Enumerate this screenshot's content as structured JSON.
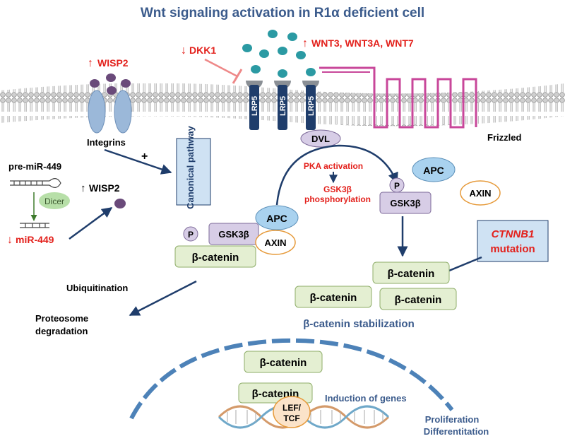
{
  "title": "Wnt signaling activation in R1α deficient cell",
  "colors": {
    "title": "#3b5b8c",
    "red": "#e3211c",
    "navy": "#1f3d6b",
    "wnt": "#2b9aa3",
    "purple": "#6a4a7a",
    "frizzled": "#c8479a",
    "boxGreen": "#e4efd2",
    "boxGreenBorder": "#8fae6a",
    "boxPurple": "#d7cde6",
    "boxBlue": "#cfe2f3"
  },
  "membrane": {
    "dkk1": "DKK1",
    "wnts": "WNT3, WNT3A, WNT7",
    "wisp2_top": "WISP2",
    "integrins": "Integrins",
    "lrp5": [
      "LRP5",
      "LRP5",
      "LRP5"
    ],
    "frizzled": "Frizzled",
    "dvl": "DVL"
  },
  "left": {
    "plus": "+",
    "pre_mir": "pre-miR-449",
    "dicer": "Dicer",
    "mir449": "miR-449",
    "wisp2": "WISP2",
    "canonical": "Canonical pathway"
  },
  "complex_left": {
    "p": "P",
    "gsk": "GSK3β",
    "apc": "APC",
    "axin": "AXIN",
    "bcat": "β-catenin"
  },
  "middle": {
    "pka": "PKA activation",
    "gsk_phos": "GSK3β phosphorylation",
    "p": "P",
    "gsk": "GSK3β",
    "apc": "APC",
    "axin": "AXIN"
  },
  "right": {
    "ctnnb1": "CTNNB1",
    "mutation": "mutation",
    "bcat1": "β-catenin",
    "bcat2": "β-catenin",
    "bcat3": "β-catenin",
    "stabilization": "β-catenin stabilization"
  },
  "degradation": {
    "ubiquitination": "Ubiquitination",
    "proteosome": "Proteosome degradation"
  },
  "nucleus": {
    "bcat1": "β-catenin",
    "bcat2": "β-catenin",
    "lef_tcf": "LEF/ TCF",
    "induction": "Induction of genes",
    "proliferation": "Proliferation",
    "differentiation": "Differentitation"
  }
}
